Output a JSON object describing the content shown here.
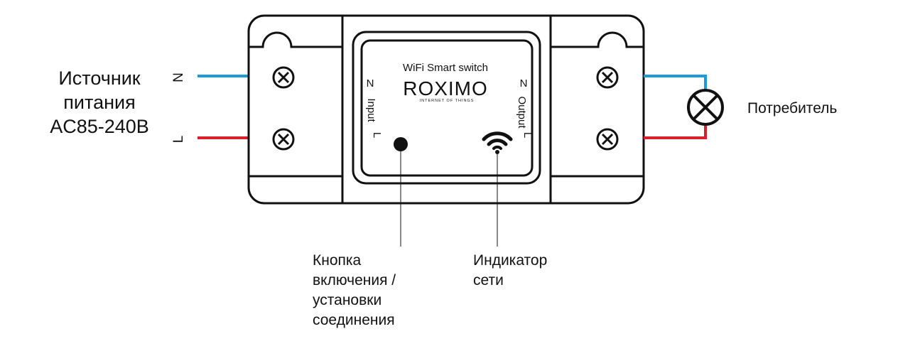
{
  "source_label": {
    "lines": [
      "Источник",
      "питания",
      "AC85-240В"
    ]
  },
  "input_wires": {
    "n_label": "N",
    "l_label": "L"
  },
  "module": {
    "title": "WiFi Smart switch",
    "brand": "ROXIMO",
    "tagline": "INTERNET OF THINGS",
    "input_label": "Input",
    "output_label": "Output",
    "input_n": "N",
    "input_l": "L",
    "output_n": "N",
    "output_l": "L"
  },
  "load_label": "Потребитель",
  "callouts": {
    "button_lines": [
      "Кнопка",
      "включения /",
      "установки",
      "соединения"
    ],
    "indicator_lines": [
      "Индикатор",
      "сети"
    ]
  },
  "colors": {
    "neutral_wire": "#1E9BD7",
    "line_wire": "#D7202A",
    "outline": "#111111"
  },
  "icons": {
    "terminal": "screw-terminal-icon",
    "lamp": "lamp-icon",
    "wifi": "wifi-icon",
    "button": "button-icon"
  }
}
